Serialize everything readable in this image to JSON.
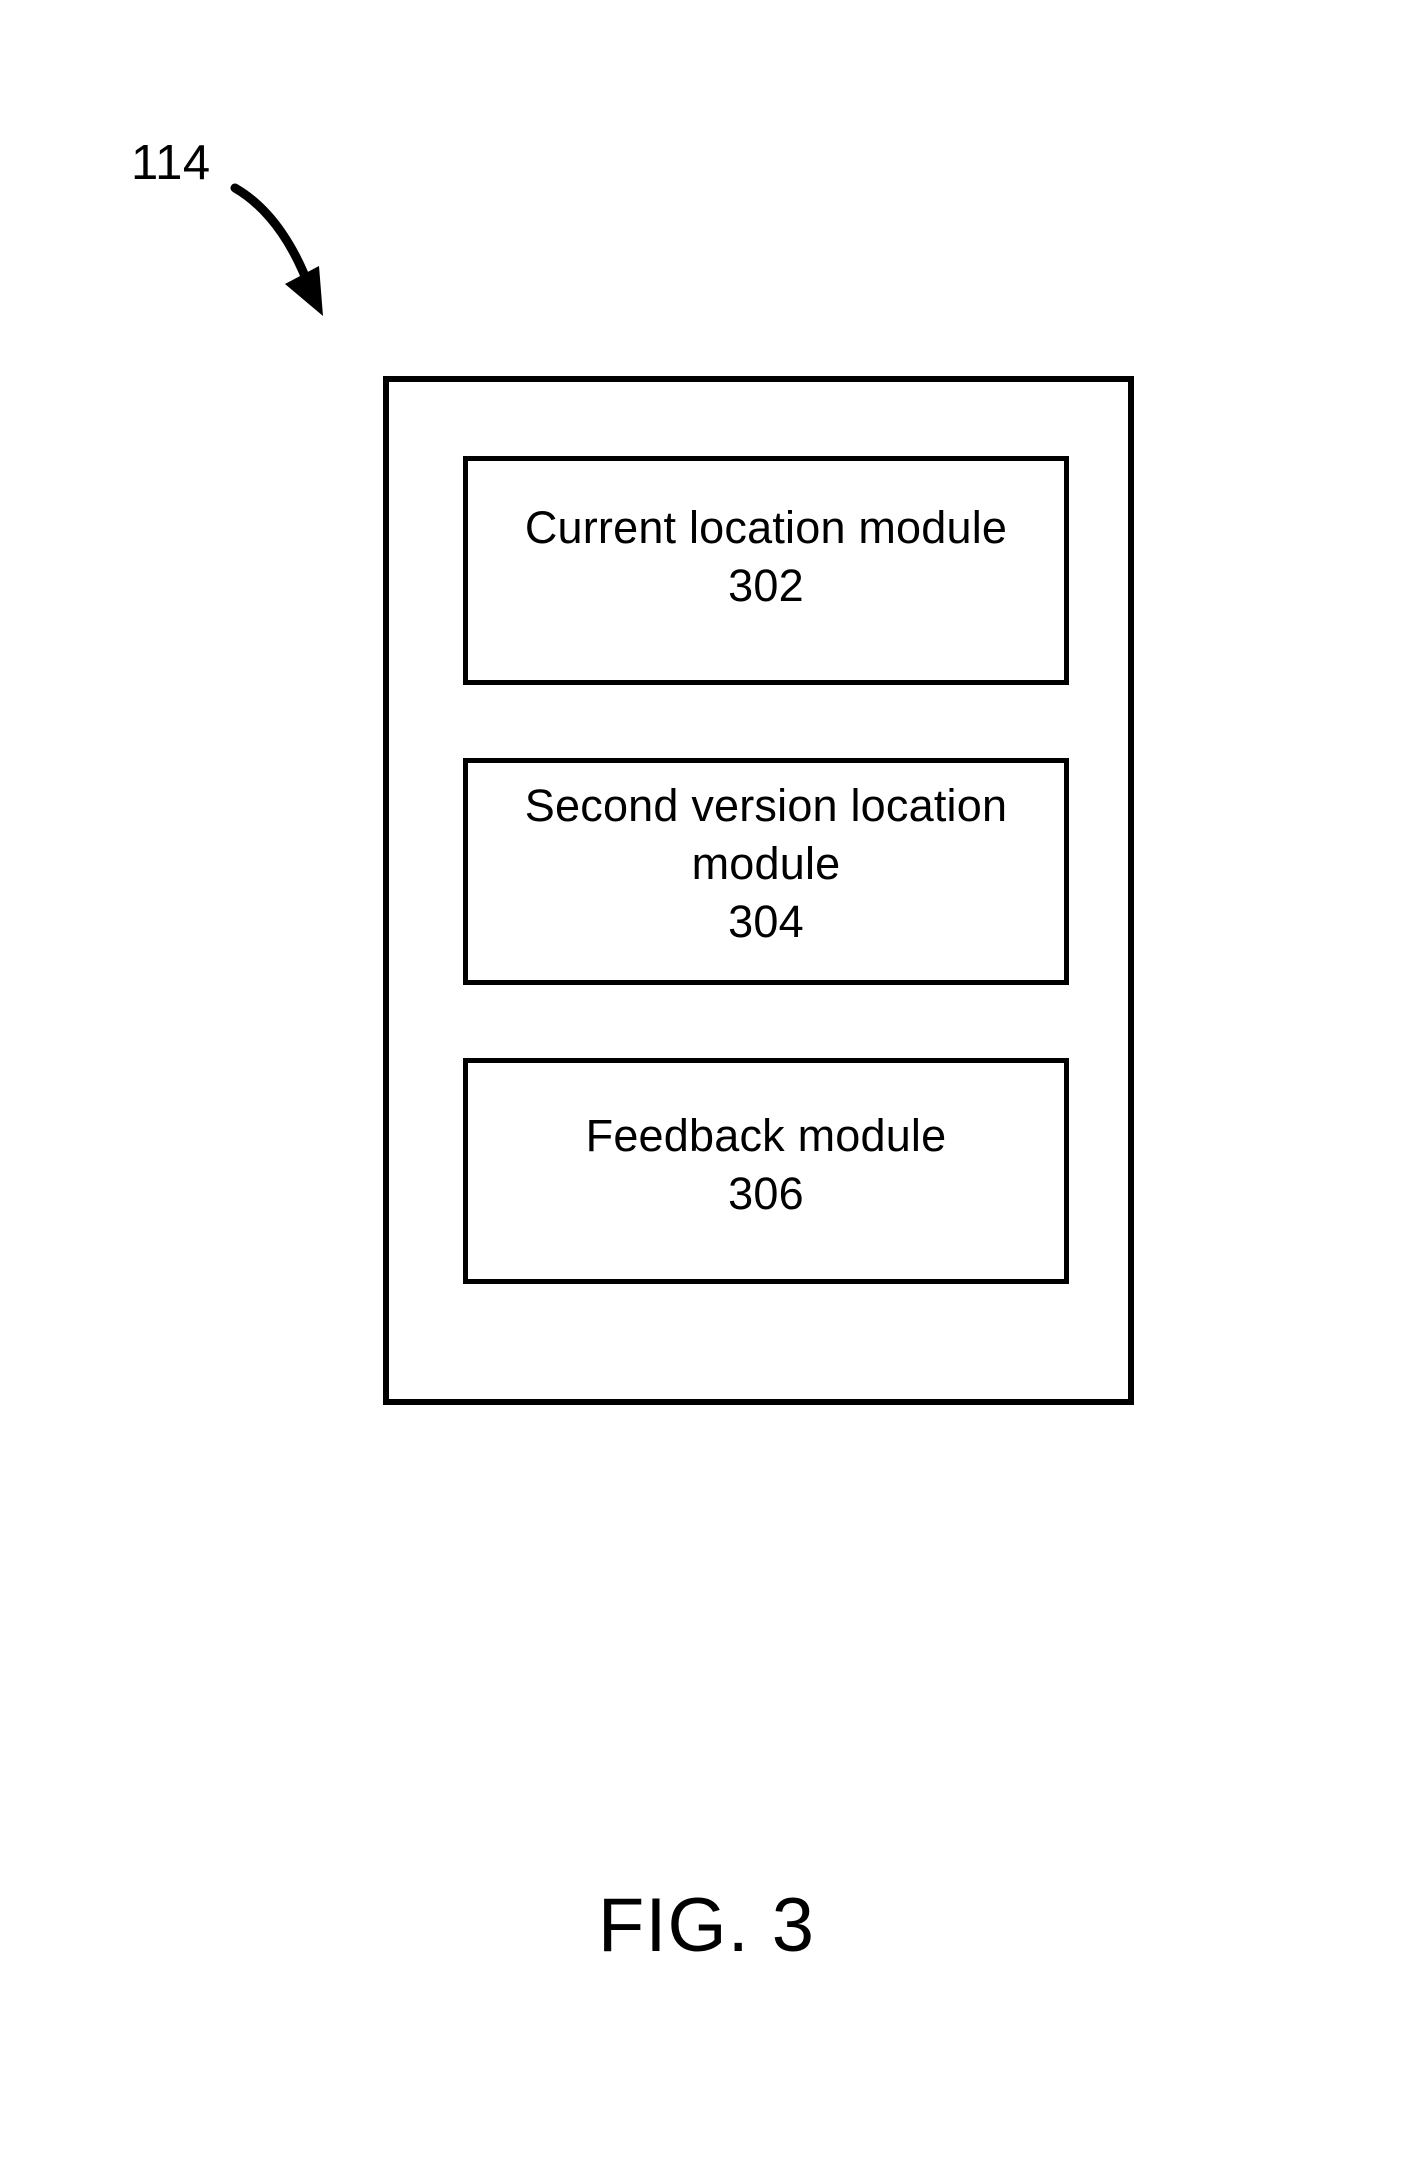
{
  "figure": {
    "caption": "FIG. 3",
    "callout_reference": "114",
    "lead_arrow_icon": "curved-arrow-icon"
  },
  "diagram": {
    "container_label": "114",
    "modules": [
      {
        "name": "current-location-module",
        "label": "Current location module",
        "reference": "302"
      },
      {
        "name": "second-version-location-module",
        "label": "Second version location\nmodule",
        "reference": "304"
      },
      {
        "name": "feedback-module",
        "label": "Feedback module",
        "reference": "306"
      }
    ]
  },
  "style": {
    "stroke_color": "#000000",
    "background_color": "#ffffff"
  }
}
